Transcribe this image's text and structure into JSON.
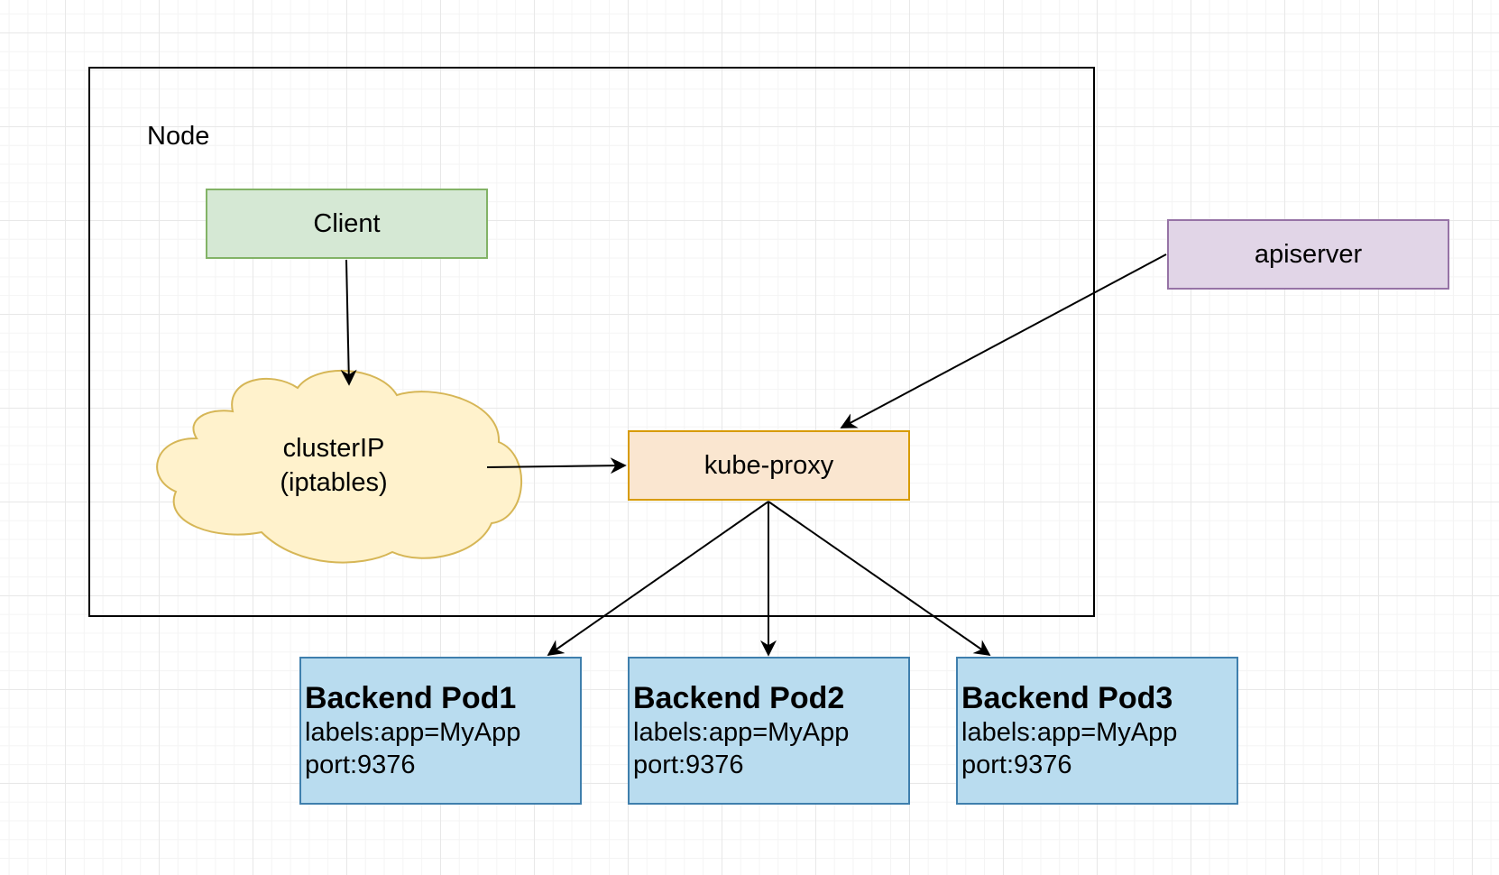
{
  "diagram": {
    "node_label": "Node",
    "client_label": "Client",
    "cluster_ip": {
      "line1": "clusterIP",
      "line2": "(iptables)"
    },
    "kube_proxy_label": "kube-proxy",
    "apiserver_label": "apiserver",
    "pods": [
      {
        "title": "Backend Pod1",
        "labels": "labels:app=MyApp",
        "port": "port:9376"
      },
      {
        "title": "Backend Pod2",
        "labels": "labels:app=MyApp",
        "port": "port:9376"
      },
      {
        "title": "Backend Pod3",
        "labels": "labels:app=MyApp",
        "port": "port:9376"
      }
    ]
  },
  "colors": {
    "client_fill": "#d5e8d4",
    "client_stroke": "#82b366",
    "cloud_fill": "#fff2cc",
    "cloud_stroke": "#d6b656",
    "kube_proxy_fill": "#fae6d0",
    "kube_proxy_stroke": "#d79b00",
    "apiserver_fill": "#e1d5e7",
    "apiserver_stroke": "#9673a6",
    "pod_fill": "#b9dcef",
    "pod_stroke": "#3f7fad"
  }
}
